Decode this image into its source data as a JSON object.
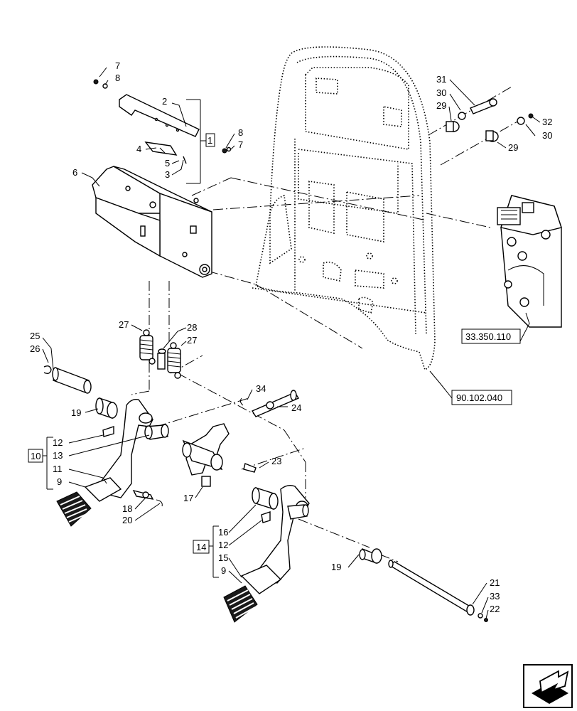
{
  "labels": {
    "l7a": "7",
    "l8a": "8",
    "l2": "2",
    "l1": "1",
    "l8b": "8",
    "l7b": "7",
    "l4": "4",
    "l5": "5",
    "l3": "3",
    "l6": "6",
    "l31": "31",
    "l30a": "30",
    "l29a": "29",
    "l32": "32",
    "l30b": "30",
    "l29b": "29",
    "l27a": "27",
    "l28": "28",
    "l27b": "27",
    "l25": "25",
    "l26": "26",
    "l19a": "19",
    "l34": "34",
    "l24": "24",
    "l12a": "12",
    "l10": "10",
    "l13": "13",
    "l11": "11",
    "l9a": "9",
    "l23": "23",
    "l17": "17",
    "l18": "18",
    "l20": "20",
    "l16": "16",
    "l12b": "12",
    "l14": "14",
    "l15": "15",
    "l9b": "9",
    "l19b": "19",
    "l21": "21",
    "l33": "33",
    "l22": "22"
  },
  "references": {
    "ref_a": "33.350.110",
    "ref_b": "90.102.040"
  },
  "icons": {
    "nav": "next-page-arrow-icon"
  }
}
